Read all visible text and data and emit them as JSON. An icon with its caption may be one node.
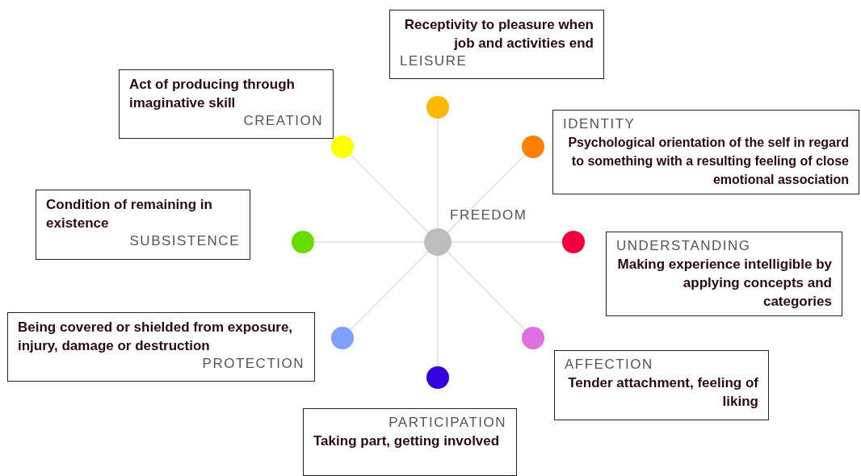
{
  "diagram": {
    "nodes": [
      {
        "text": [],
        "shape": "circle",
        "beside": [
          "FREEDOM"
        ]
      },
      {
        "text": [],
        "shape": "circle"
      },
      {
        "text": [],
        "shape": "circle"
      },
      {
        "text": [],
        "shape": "circle"
      },
      {
        "text": [],
        "shape": "circle"
      },
      {
        "text": [],
        "shape": "circle"
      },
      {
        "text": [],
        "shape": "circle"
      },
      {
        "text": [],
        "shape": "circle"
      },
      {
        "text": [],
        "shape": "circle"
      },
      {
        "text": [
          "Receptivity to pleasure when job and activities end",
          "LEISURE"
        ]
      },
      {
        "text": [
          "Act of producing through imaginative skill",
          "CREATION"
        ]
      },
      {
        "text": [
          "IDENTITY",
          "Psychological orientation of the self in regard to something with a resulting feeling of close emotional association"
        ]
      },
      {
        "text": [
          "Condition of remaining in existence",
          "SUBSISTENCE"
        ]
      },
      {
        "text": [
          "UNDERSTANDING",
          "Making experience intelligible by applying concepts and categories"
        ]
      },
      {
        "text": [
          "Being covered or shielded from exposure, injury, damage or destruction",
          "PROTECTION"
        ]
      },
      {
        "text": [
          "AFFECTION",
          "Tender attachment, feeling of liking"
        ]
      },
      {
        "text": [
          "PARTICIPATION",
          "Taking part, getting involved"
        ]
      }
    ],
    "edges": [
      {
        "from": 0,
        "to": 1,
        "arrow": "none"
      },
      {
        "from": 0,
        "to": 2,
        "arrow": "none"
      },
      {
        "from": 0,
        "to": 3,
        "arrow": "none"
      },
      {
        "from": 0,
        "to": 4,
        "arrow": "none"
      },
      {
        "from": 0,
        "to": 5,
        "arrow": "none"
      },
      {
        "from": 0,
        "to": 6,
        "arrow": "none"
      },
      {
        "from": 0,
        "to": 7,
        "arrow": "none"
      },
      {
        "from": 0,
        "to": 8,
        "arrow": "none"
      }
    ]
  }
}
